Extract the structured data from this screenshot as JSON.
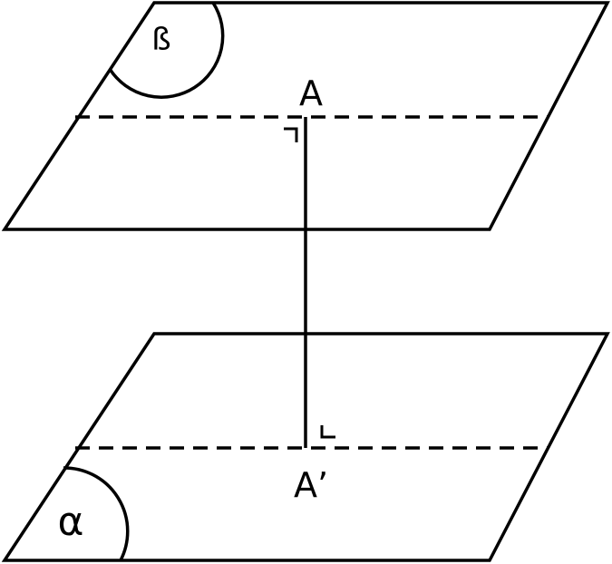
{
  "labels": {
    "plane_top": "ß",
    "plane_bottom": "α",
    "point_top": "A",
    "point_bottom": "A’"
  },
  "colors": {
    "stroke": "#000000",
    "background": "#ffffff"
  }
}
